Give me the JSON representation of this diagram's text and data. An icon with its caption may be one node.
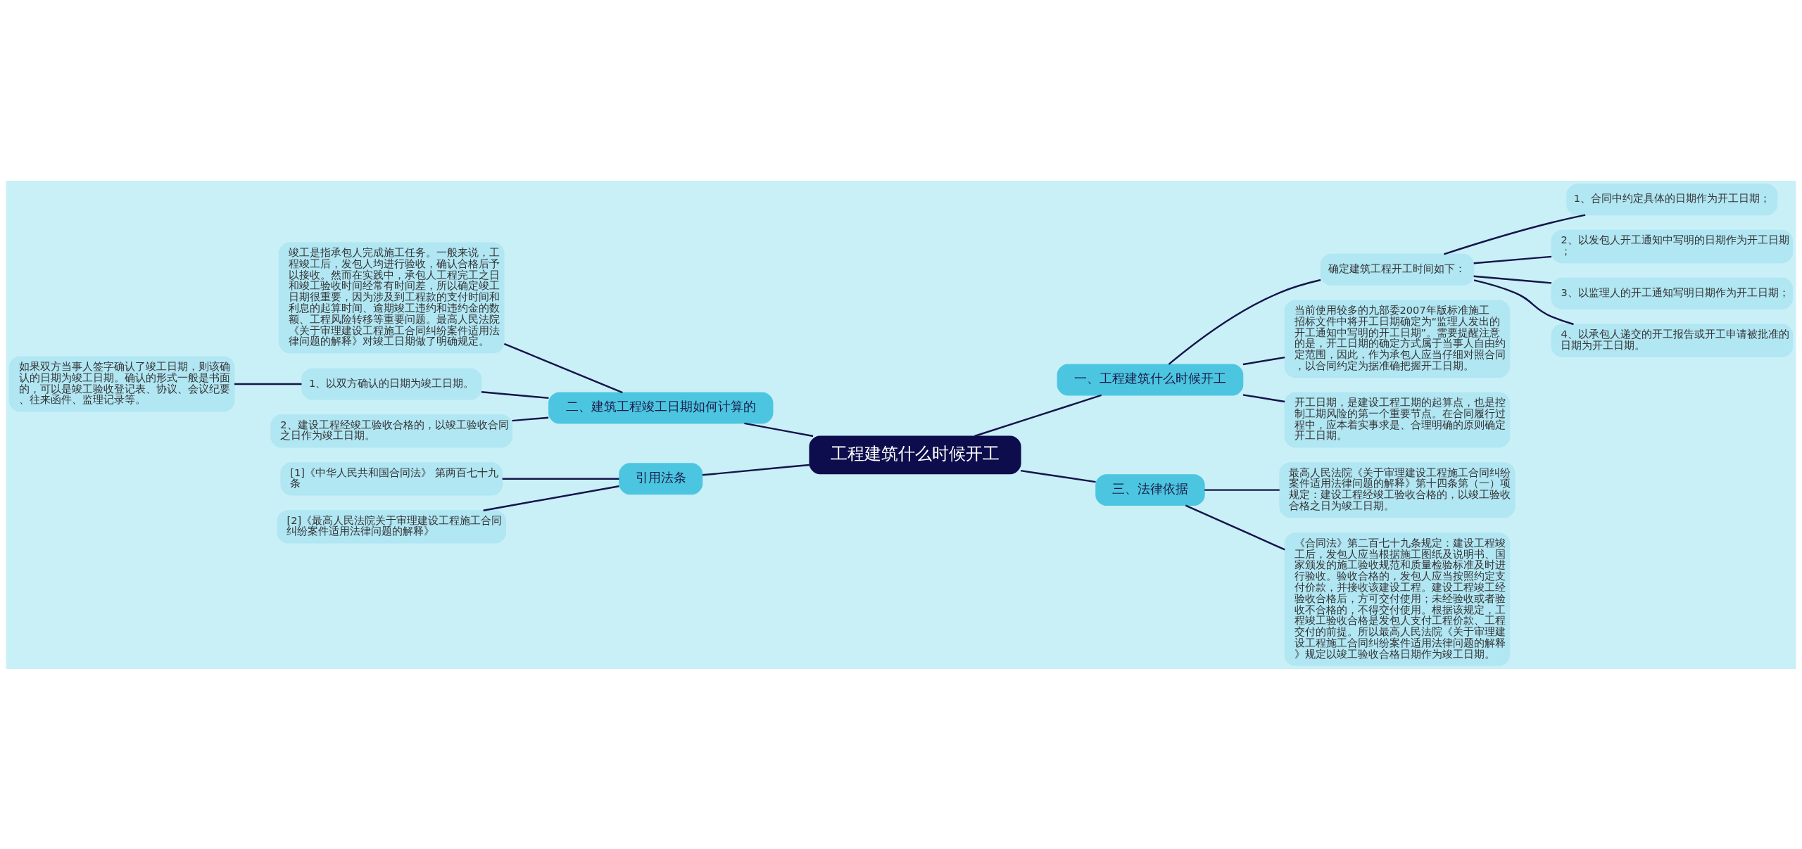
{
  "diagram": {
    "nodes": [
      {
        "text": [
          "工程建筑什么时候开工"
        ]
      },
      {
        "text": [
          "一、工程建筑什么时候开工"
        ]
      },
      {
        "text": [
          "确定建筑工程开工时间如下："
        ]
      },
      {
        "text": [
          "1、合同中约定具体的日期作为开工日期；"
        ]
      },
      {
        "text": [
          "2、以发包人开工通知中写明的日期作为开工日期；"
        ]
      },
      {
        "text": [
          "3、以监理人的开工通知写明日期作为开工日期；"
        ]
      },
      {
        "text": [
          "4、以承包人递交的开工报告或开工申请被批准的日期为开工日期。"
        ]
      },
      {
        "text": [
          "当前使用较多的九部委2007年版标准施工招标文件中将开工日期确定为“监理人发出的开工通知中写明的开工日期”。需要提醒注意的是，开工日期的确定方式属于当事人自由约定范围，因此，作为承包人应当仔细对照合同，以合同约定为据准确把握开工日期。"
        ]
      },
      {
        "text": [
          "开工日期，是建设工程工期的起算点，也是控制工期风险的第一个重要节点。在合同履行过程中，应本着实事求是、合理明确的原则确定开工日期。"
        ]
      },
      {
        "text": [
          "二、建筑工程竣工日期如何计算的"
        ]
      },
      {
        "text": [
          "竣工是指承包人完成施工任务。一般来说，工程竣工后，发包人均进行验收，确认合格后予以接收。然而在实践中，承包人工程完工之日和竣工验收时间经常有时间差，所以确定竣工日期很重要，因为涉及到工程款的支付时间和利息的起算时间、逾期竣工违约和违约金的数额、工程风险转移等重要问题。最高人民法院《关于审理建设工程施工合同纠纷案件适用法律问题的解释》对竣工日期做了明确规定。"
        ]
      },
      {
        "text": [
          "1、以双方确认的日期为竣工日期。"
        ]
      },
      {
        "text": [
          "如果双方当事人签字确认了竣工日期，则该确认的日期为竣工日期。确认的形式一般是书面的，可以是竣工验收登记表、协议、会议纪要、往来函件、监理记录等。"
        ]
      },
      {
        "text": [
          "2、建设工程经竣工验收合格的，以竣工验收合同之日作为竣工日期。"
        ]
      },
      {
        "text": [
          "三、法律依据"
        ]
      },
      {
        "text": [
          "最高人民法院《关于审理建设工程施工合同纠纷案件适用法律问题的解释》第十四条第（一）项规定：建设工程经竣工验收合格的，以竣工验收合格之日为竣工日期。"
        ]
      },
      {
        "text": [
          "《合同法》第二百七十九条规定：建设工程竣工后，发包人应当根据施工图纸及说明书、国家颁发的施工验收规范和质量检验标准及时进行验收。验收合格的，发包人应当按照约定支付价款，并接收该建设工程。建设工程竣工经验收合格后，方可交付使用；未经验收或者验收不合格的，不得交付使用。根据该规定，工程竣工验收合格是发包人支付工程价款、工程交付的前提。所以最高人民法院《关于审理建设工程施工合同纠纷案件适用法律问题的解释》规定以竣工验收合格日期作为竣工日期。"
        ]
      },
      {
        "text": [
          "引用法条"
        ]
      },
      {
        "text": [
          "[1]《中华人民共和国合同法》 第两百七十九条"
        ]
      },
      {
        "text": [
          "[2]《最高人民法院关于审理建设工程施工合同纠纷案件适用法律问题的解释》"
        ]
      }
    ],
    "edges": [
      {
        "from": 0,
        "to": 1,
        "arrow": "none"
      },
      {
        "from": 1,
        "to": 2,
        "arrow": "none"
      },
      {
        "from": 2,
        "to": 3,
        "arrow": "none"
      },
      {
        "from": 2,
        "to": 4,
        "arrow": "none"
      },
      {
        "from": 2,
        "to": 5,
        "arrow": "none"
      },
      {
        "from": 2,
        "to": 6,
        "arrow": "none"
      },
      {
        "from": 1,
        "to": 7,
        "arrow": "none"
      },
      {
        "from": 1,
        "to": 8,
        "arrow": "none"
      },
      {
        "from": 0,
        "to": 9,
        "arrow": "none"
      },
      {
        "from": 9,
        "to": 10,
        "arrow": "none"
      },
      {
        "from": 9,
        "to": 11,
        "arrow": "none"
      },
      {
        "from": 11,
        "to": 12,
        "arrow": "none"
      },
      {
        "from": 9,
        "to": 13,
        "arrow": "none"
      },
      {
        "from": 0,
        "to": 14,
        "arrow": "none"
      },
      {
        "from": 14,
        "to": 15,
        "arrow": "none"
      },
      {
        "from": 14,
        "to": 16,
        "arrow": "none"
      },
      {
        "from": 0,
        "to": 17,
        "arrow": "none"
      },
      {
        "from": 17,
        "to": 18,
        "arrow": "none"
      },
      {
        "from": 17,
        "to": 19,
        "arrow": "none"
      }
    ]
  }
}
